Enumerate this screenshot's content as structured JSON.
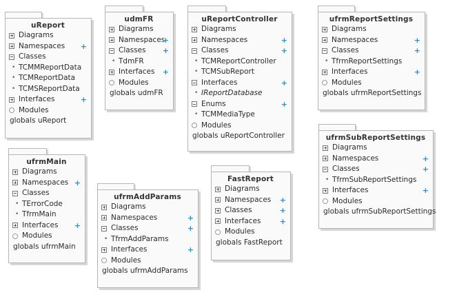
{
  "colors": {
    "plus": "#2f8fd0",
    "border": "#b5b5b5",
    "shadow": "#d6d6d6",
    "fill": "#fafafa"
  },
  "packages": [
    {
      "id": "ureport",
      "title": "uReport",
      "rows": [
        {
          "kind": "section",
          "label": "Diagrams",
          "icon": "plus-square-icon"
        },
        {
          "kind": "section",
          "label": "Namespaces",
          "icon": "plus-square-icon",
          "plus": "+"
        },
        {
          "kind": "section",
          "label": "Classes",
          "icon": "minus-square-icon"
        },
        {
          "kind": "item",
          "label": "TCMMReportData"
        },
        {
          "kind": "item",
          "label": "TCMReportData"
        },
        {
          "kind": "item",
          "label": "TCMSReportData"
        },
        {
          "kind": "section",
          "label": "Interfaces",
          "icon": "plus-square-icon",
          "plus": "+"
        },
        {
          "kind": "module",
          "label": "Modules",
          "icon": "module-icon"
        },
        {
          "kind": "global",
          "label": "globals uReport"
        }
      ]
    },
    {
      "id": "udmfr",
      "title": "udmFR",
      "rows": [
        {
          "kind": "section",
          "label": "Diagrams",
          "icon": "plus-square-icon"
        },
        {
          "kind": "section",
          "label": "Namespaces",
          "icon": "plus-square-icon",
          "plus": "+"
        },
        {
          "kind": "section",
          "label": "Classes",
          "icon": "minus-square-icon",
          "plus": "+"
        },
        {
          "kind": "item",
          "label": "TdmFR"
        },
        {
          "kind": "section",
          "label": "Interfaces",
          "icon": "plus-square-icon",
          "plus": "+"
        },
        {
          "kind": "module",
          "label": "Modules",
          "icon": "module-icon"
        },
        {
          "kind": "global",
          "label": "globals udmFR"
        }
      ]
    },
    {
      "id": "ureportcontroller",
      "title": "uReportController",
      "rows": [
        {
          "kind": "section",
          "label": "Diagrams",
          "icon": "plus-square-icon"
        },
        {
          "kind": "section",
          "label": "Namespaces",
          "icon": "plus-square-icon",
          "plus": "+"
        },
        {
          "kind": "section",
          "label": "Classes",
          "icon": "minus-square-icon",
          "plus": "+"
        },
        {
          "kind": "item",
          "label": "TCMReportController"
        },
        {
          "kind": "item",
          "label": "TCMSubReport"
        },
        {
          "kind": "section",
          "label": "Interfaces",
          "icon": "minus-square-icon",
          "plus": "+"
        },
        {
          "kind": "item",
          "label": "IReportDatabase",
          "italic": true
        },
        {
          "kind": "section",
          "label": "Enums",
          "icon": "minus-square-icon",
          "plus": "+"
        },
        {
          "kind": "item",
          "label": "TCMMediaType"
        },
        {
          "kind": "module",
          "label": "Modules",
          "icon": "module-icon"
        },
        {
          "kind": "global",
          "label": "globals uReportController"
        }
      ]
    },
    {
      "id": "ufrmreportsettings",
      "title": "ufrmReportSettings",
      "rows": [
        {
          "kind": "section",
          "label": "Diagrams",
          "icon": "plus-square-icon"
        },
        {
          "kind": "section",
          "label": "Namespaces",
          "icon": "plus-square-icon",
          "plus": "+"
        },
        {
          "kind": "section",
          "label": "Classes",
          "icon": "minus-square-icon",
          "plus": "+"
        },
        {
          "kind": "item",
          "label": "TfrmReportSettings"
        },
        {
          "kind": "section",
          "label": "Interfaces",
          "icon": "plus-square-icon",
          "plus": "+"
        },
        {
          "kind": "module",
          "label": "Modules",
          "icon": "module-icon"
        },
        {
          "kind": "global",
          "label": "globals ufrmReportSettings"
        }
      ]
    },
    {
      "id": "ufrmsubreportsettings",
      "title": "ufrmSubReportSettings",
      "rows": [
        {
          "kind": "section",
          "label": "Diagrams",
          "icon": "plus-square-icon"
        },
        {
          "kind": "section",
          "label": "Namespaces",
          "icon": "plus-square-icon",
          "plus": "+"
        },
        {
          "kind": "section",
          "label": "Classes",
          "icon": "minus-square-icon",
          "plus": "+"
        },
        {
          "kind": "item",
          "label": "TfrmSubReportSettings"
        },
        {
          "kind": "section",
          "label": "Interfaces",
          "icon": "plus-square-icon",
          "plus": "+"
        },
        {
          "kind": "module",
          "label": "Modules",
          "icon": "module-icon"
        },
        {
          "kind": "global",
          "label": "globals ufrmSubReportSettings"
        }
      ]
    },
    {
      "id": "ufrmmain",
      "title": "ufrmMain",
      "rows": [
        {
          "kind": "section",
          "label": "Diagrams",
          "icon": "plus-square-icon"
        },
        {
          "kind": "section",
          "label": "Namespaces",
          "icon": "plus-square-icon",
          "plus": "+"
        },
        {
          "kind": "section",
          "label": "Classes",
          "icon": "minus-square-icon"
        },
        {
          "kind": "item",
          "label": "TErrorCode"
        },
        {
          "kind": "item",
          "label": "TfrmMain"
        },
        {
          "kind": "section",
          "label": "Interfaces",
          "icon": "plus-square-icon",
          "plus": "+"
        },
        {
          "kind": "module",
          "label": "Modules",
          "icon": "module-icon"
        },
        {
          "kind": "global",
          "label": "globals ufrmMain"
        }
      ]
    },
    {
      "id": "ufrmaddparams",
      "title": "ufrmAddParams",
      "rows": [
        {
          "kind": "section",
          "label": "Diagrams",
          "icon": "plus-square-icon"
        },
        {
          "kind": "section",
          "label": "Namespaces",
          "icon": "plus-square-icon",
          "plus": "+"
        },
        {
          "kind": "section",
          "label": "Classes",
          "icon": "minus-square-icon",
          "plus": "+"
        },
        {
          "kind": "item",
          "label": "TfrmAddParams"
        },
        {
          "kind": "section",
          "label": "Interfaces",
          "icon": "plus-square-icon",
          "plus": "+"
        },
        {
          "kind": "module",
          "label": "Modules",
          "icon": "module-icon"
        },
        {
          "kind": "global",
          "label": "globals ufrmAddParams"
        }
      ]
    },
    {
      "id": "fastreport",
      "title": "FastReport",
      "rows": [
        {
          "kind": "section",
          "label": "Diagrams",
          "icon": "plus-square-icon"
        },
        {
          "kind": "section",
          "label": "Namespaces",
          "icon": "plus-square-icon",
          "plus": "+"
        },
        {
          "kind": "section",
          "label": "Classes",
          "icon": "plus-square-icon",
          "plus": "+"
        },
        {
          "kind": "section",
          "label": "Interfaces",
          "icon": "plus-square-icon",
          "plus": "+"
        },
        {
          "kind": "module",
          "label": "Modules",
          "icon": "module-icon"
        },
        {
          "kind": "global",
          "label": "globals FastReport"
        }
      ]
    }
  ]
}
